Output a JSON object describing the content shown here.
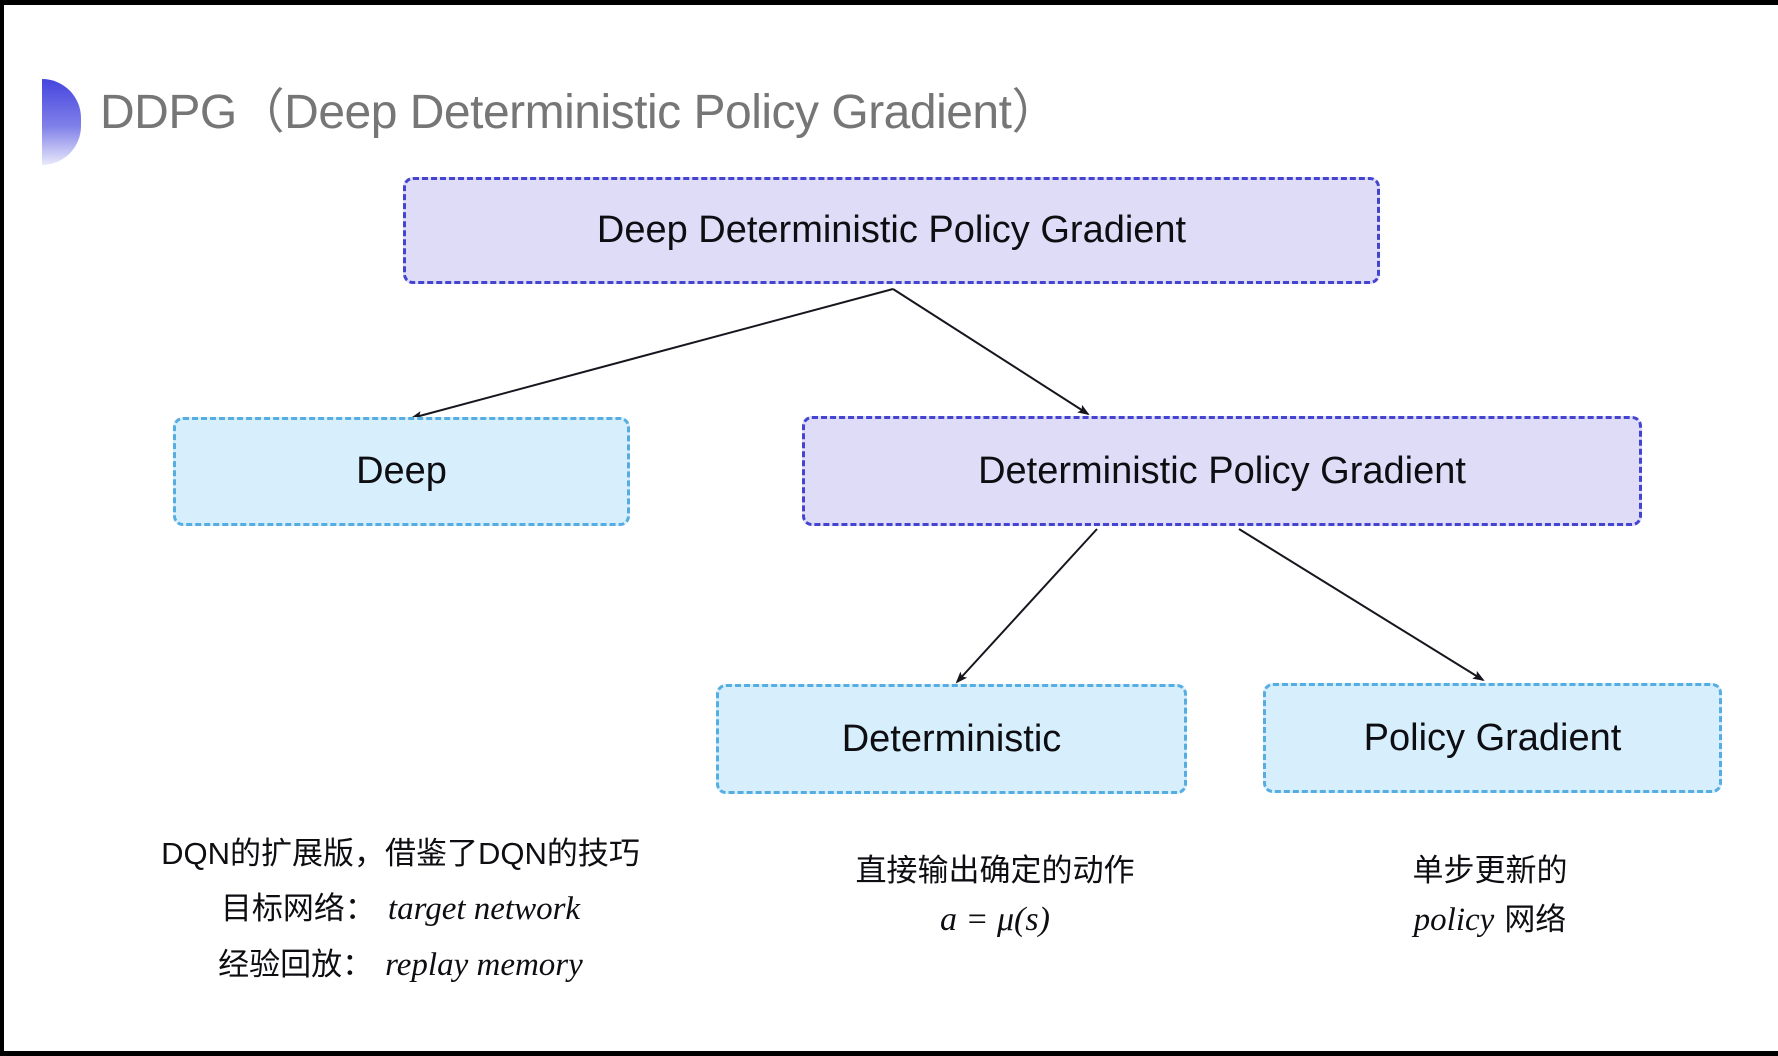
{
  "slide": {
    "title": "DDPG（Deep Deterministic Policy Gradient）"
  },
  "tree": {
    "root": "Deep Deterministic Policy Gradient",
    "level1": [
      "Deep",
      "Deterministic Policy Gradient"
    ],
    "level2": [
      "Deterministic",
      "Policy Gradient"
    ]
  },
  "notes": {
    "deep": {
      "line1": "DQN的扩展版，借鉴了DQN的技巧",
      "target_label": "目标网络：",
      "target_value": "target network",
      "replay_label": "经验回放：",
      "replay_value": "replay memory"
    },
    "deterministic": {
      "line1": "直接输出确定的动作",
      "formula": "a = μ(s)"
    },
    "policy_gradient": {
      "line1": "单步更新的",
      "word_italic": "policy",
      "word_rest": "网络"
    }
  },
  "colors": {
    "lavender_fill": "#dedcf7",
    "lavender_border": "#4444d0",
    "cyan_fill": "#d7eefc",
    "cyan_border": "#56ade1",
    "title_gray": "#767676",
    "arrow": "#16161e"
  }
}
